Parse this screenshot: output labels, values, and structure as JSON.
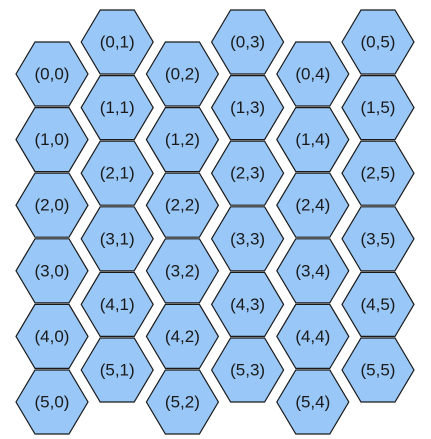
{
  "diagram": {
    "type": "hex-grid",
    "rows": 6,
    "columns": 6,
    "fill_color": "#99c7f7",
    "stroke_color": "#1a1a1a",
    "cells": [
      {
        "label": "(0,0)",
        "row": 0,
        "col": 0
      },
      {
        "label": "(0,1)",
        "row": 0,
        "col": 1
      },
      {
        "label": "(0,2)",
        "row": 0,
        "col": 2
      },
      {
        "label": "(0,3)",
        "row": 0,
        "col": 3
      },
      {
        "label": "(0,4)",
        "row": 0,
        "col": 4
      },
      {
        "label": "(0,5)",
        "row": 0,
        "col": 5
      },
      {
        "label": "(1,0)",
        "row": 1,
        "col": 0
      },
      {
        "label": "(1,1)",
        "row": 1,
        "col": 1
      },
      {
        "label": "(1,2)",
        "row": 1,
        "col": 2
      },
      {
        "label": "(1,3)",
        "row": 1,
        "col": 3
      },
      {
        "label": "(1,4)",
        "row": 1,
        "col": 4
      },
      {
        "label": "(1,5)",
        "row": 1,
        "col": 5
      },
      {
        "label": "(2,0)",
        "row": 2,
        "col": 0
      },
      {
        "label": "(2,1)",
        "row": 2,
        "col": 1
      },
      {
        "label": "(2,2)",
        "row": 2,
        "col": 2
      },
      {
        "label": "(2,3)",
        "row": 2,
        "col": 3
      },
      {
        "label": "(2,4)",
        "row": 2,
        "col": 4
      },
      {
        "label": "(2,5)",
        "row": 2,
        "col": 5
      },
      {
        "label": "(3,0)",
        "row": 3,
        "col": 0
      },
      {
        "label": "(3,1)",
        "row": 3,
        "col": 1
      },
      {
        "label": "(3,2)",
        "row": 3,
        "col": 2
      },
      {
        "label": "(3,3)",
        "row": 3,
        "col": 3
      },
      {
        "label": "(3,4)",
        "row": 3,
        "col": 4
      },
      {
        "label": "(3,5)",
        "row": 3,
        "col": 5
      },
      {
        "label": "(4,0)",
        "row": 4,
        "col": 0
      },
      {
        "label": "(4,1)",
        "row": 4,
        "col": 1
      },
      {
        "label": "(4,2)",
        "row": 4,
        "col": 2
      },
      {
        "label": "(4,3)",
        "row": 4,
        "col": 3
      },
      {
        "label": "(4,4)",
        "row": 4,
        "col": 4
      },
      {
        "label": "(4,5)",
        "row": 4,
        "col": 5
      },
      {
        "label": "(5,0)",
        "row": 5,
        "col": 0
      },
      {
        "label": "(5,1)",
        "row": 5,
        "col": 1
      },
      {
        "label": "(5,2)",
        "row": 5,
        "col": 2
      },
      {
        "label": "(5,3)",
        "row": 5,
        "col": 3
      },
      {
        "label": "(5,4)",
        "row": 5,
        "col": 4
      },
      {
        "label": "(5,5)",
        "row": 5,
        "col": 5
      }
    ]
  }
}
